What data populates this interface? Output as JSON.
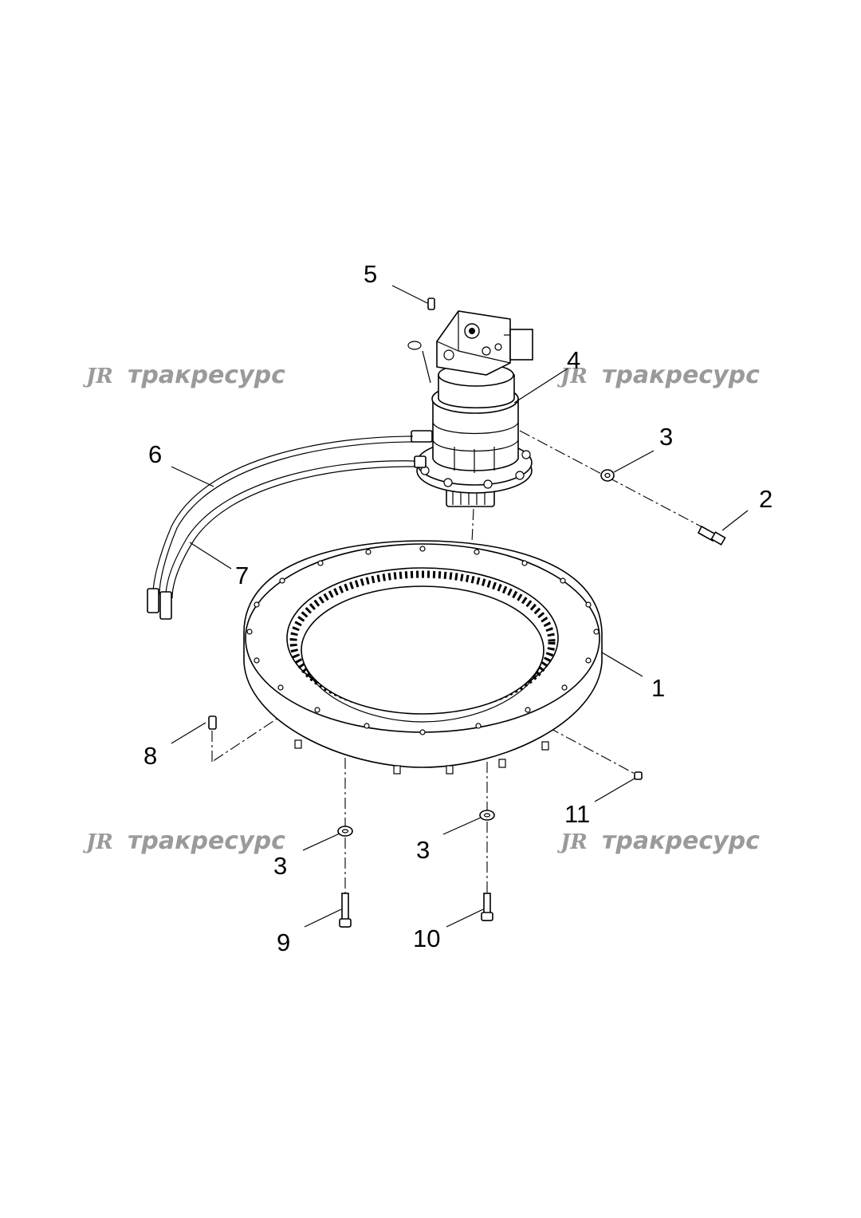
{
  "watermark": {
    "logo": "JR",
    "text": "тракресурс"
  },
  "callouts": {
    "c1": "1",
    "c2": "2",
    "c3_upper": "3",
    "c3_lower_left": "3",
    "c3_lower_right": "3",
    "c4": "4",
    "c5": "5",
    "c6": "6",
    "c7": "7",
    "c8": "8",
    "c9": "9",
    "c10": "10",
    "c11": "11"
  }
}
